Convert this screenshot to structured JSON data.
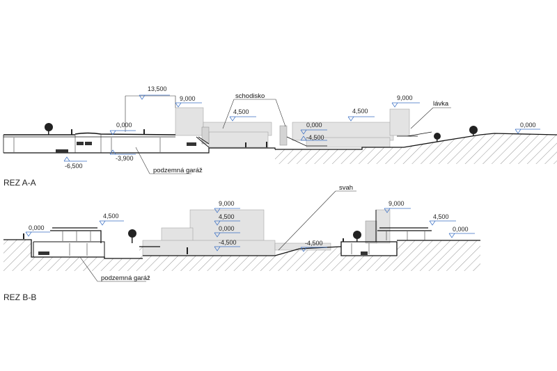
{
  "sections": {
    "a": {
      "title": "REZ A-A",
      "labels": {
        "stairs": "schodisko",
        "footbridge": "lávka",
        "garage": "podzemná garáž"
      }
    },
    "b": {
      "title": "REZ B-B",
      "labels": {
        "slope": "svah",
        "garage": "podzemná garáž"
      }
    }
  },
  "levels_a": [
    "13,500",
    "9,000",
    "0,000",
    "4,500",
    "4,500",
    "9,000",
    "0,000",
    "-4,500",
    "0,000",
    "-6,500",
    "-3,900"
  ],
  "levels_b": [
    "0,000",
    "4,500",
    "9,000",
    "4,500",
    "0,000",
    "-4,500",
    "-4,500",
    "9,000",
    "4,500",
    "0,000"
  ]
}
